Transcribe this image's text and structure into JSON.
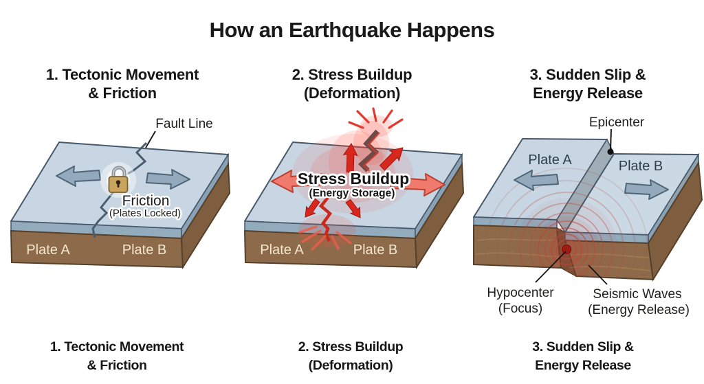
{
  "title": "How an Earthquake Happens",
  "panels": [
    {
      "id": "tectonic-movement-friction",
      "heading": {
        "line1": "1. Tectonic Movement",
        "line2": "& Friction"
      },
      "caption": {
        "line1": "1. Tectonic Movement",
        "line2": "& Friction"
      },
      "diagram": {
        "fault_line_label": "Fault Line",
        "friction_label": "Friction",
        "friction_sublabel": "(Plates Locked)",
        "plate_a": "Plate A",
        "plate_b": "Plate B",
        "icons": {
          "lock": "lock-icon",
          "left_arrow": "plate-a-motion-arrow-icon",
          "right_arrow": "plate-b-motion-arrow-icon"
        }
      }
    },
    {
      "id": "stress-buildup-deformation",
      "heading": {
        "line1": "2. Stress Buildup",
        "line2": "(Deformation)"
      },
      "caption": {
        "line1": "2. Stress Buildup",
        "line2": "(Deformation)"
      },
      "diagram": {
        "stress_label": "Stress Buildup",
        "stress_sublabel": "(Energy Storage)",
        "plate_a": "Plate A",
        "plate_b": "Plate B",
        "icons": {
          "outward_arrows": "stress-arrow-icons",
          "crack": "fault-crack-icon",
          "burst": "energy-burst-icon"
        }
      }
    },
    {
      "id": "sudden-slip-energy-release",
      "heading": {
        "line1": "3. Sudden Slip &",
        "line2": "Energy Release"
      },
      "caption": {
        "line1": "3. Sudden Slip &",
        "line2": "Energy Release"
      },
      "diagram": {
        "epicenter_label": "Epicenter",
        "plate_a": "Plate A",
        "plate_b": "Plate B",
        "hypocenter_label": "Hypocenter",
        "hypocenter_sublabel": "(Focus)",
        "seismic_label": "Seismic Waves",
        "seismic_sublabel": "(Energy Release)",
        "icons": {
          "left_arrow": "plate-a-motion-arrow-icon",
          "right_arrow": "plate-b-motion-arrow-icon",
          "waves": "seismic-wave-rings-icon",
          "hypocenter_dot": "hypocenter-dot-icon",
          "epicenter_dot": "epicenter-dot-icon"
        }
      }
    }
  ],
  "colors": {
    "background": "#ffffff",
    "text": "#1b1b1b",
    "plate_top_surface": "#c7d6e2",
    "crust_edge": "#92abbd",
    "mantle_front": "#8d6b4a",
    "mantle_side": "#7e5e3e",
    "fault_wedge": "#6f5134",
    "plate_label_light": "#f2e7cf",
    "plate_label_dark": "#2d3e4e",
    "motion_arrow": "#94aabc",
    "stress_arrow": "#ef7a6d",
    "stress_red": "#d8281e",
    "seismic_wave": "#bf4437",
    "hypocenter_dot": "#9e1d12",
    "fault_line": "#4a5d70"
  }
}
